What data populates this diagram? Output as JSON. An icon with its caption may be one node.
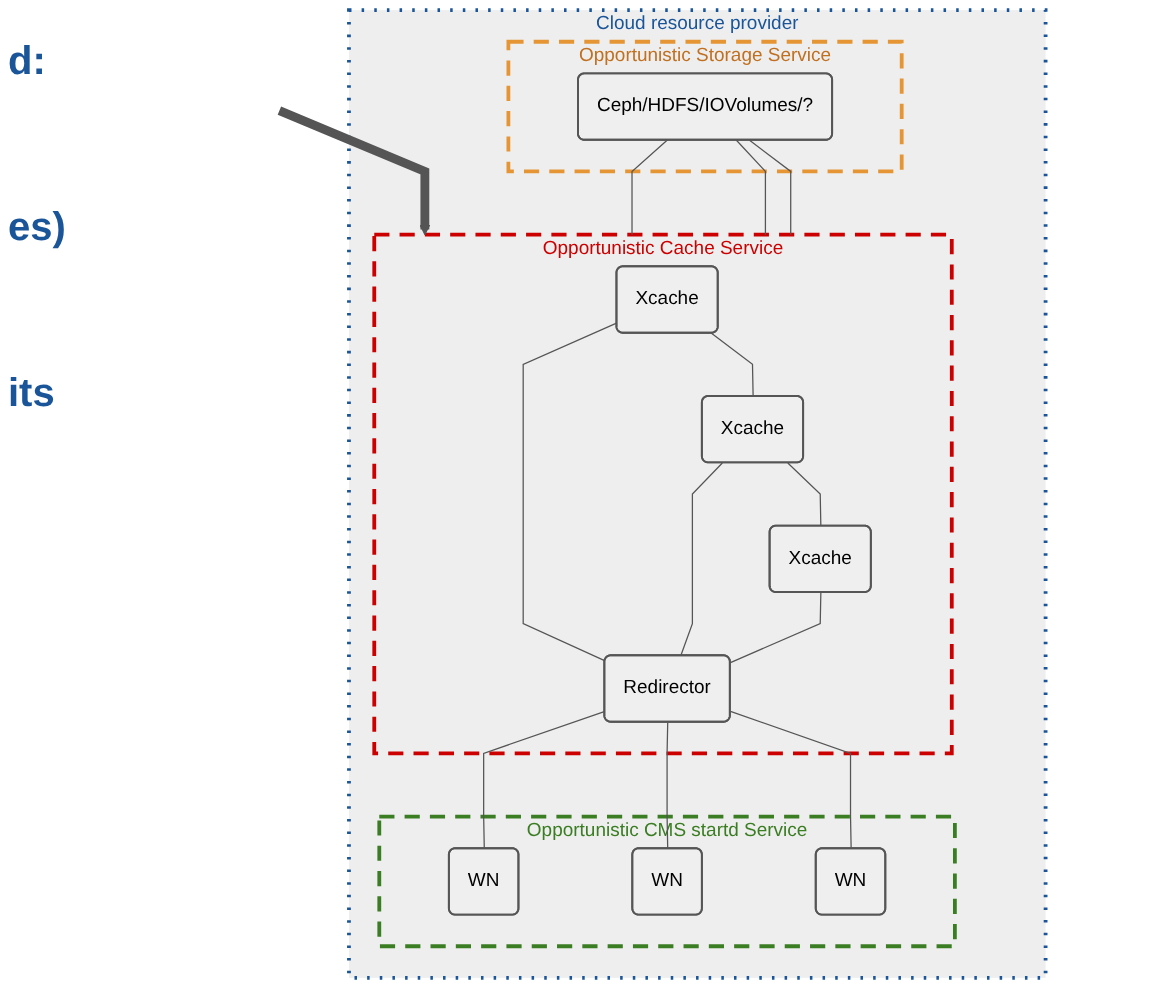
{
  "diagram": {
    "nodes": [
      {
        "text": [
          "Cloud resource provider"
        ]
      },
      {
        "text": [
          "Opportunistic Storage Service"
        ],
        "in": 0
      },
      {
        "text": [
          "Ceph/HDFS/IOVolumes/?"
        ],
        "in": 1
      },
      {
        "text": [
          "Opportunistic Cache Service"
        ],
        "in": 0
      },
      {
        "text": [
          "Xcache"
        ],
        "in": 3
      },
      {
        "text": [
          "Xcache"
        ],
        "in": 3
      },
      {
        "text": [
          "Xcache"
        ],
        "in": 3
      },
      {
        "text": [
          "Redirector"
        ],
        "in": 3
      },
      {
        "text": [
          "Opportunistic CMS startd Service"
        ],
        "in": 0
      },
      {
        "text": [
          "WN"
        ],
        "in": 8
      },
      {
        "text": [
          "WN"
        ],
        "in": 8
      },
      {
        "text": [
          "WN"
        ],
        "in": 8
      }
    ],
    "edges": [
      {
        "from": null,
        "to": 3,
        "arrow": "to",
        "style": "thick"
      },
      {
        "from": 2,
        "to": 3,
        "arrow": "none"
      },
      {
        "from": 2,
        "to": 3,
        "arrow": "none"
      },
      {
        "from": 2,
        "to": 3,
        "arrow": "none"
      },
      {
        "from": 4,
        "to": 5,
        "arrow": "none"
      },
      {
        "from": 5,
        "to": 6,
        "arrow": "none"
      },
      {
        "from": 4,
        "to": 7,
        "arrow": "none"
      },
      {
        "from": 5,
        "to": 7,
        "arrow": "none"
      },
      {
        "from": 6,
        "to": 7,
        "arrow": "none"
      },
      {
        "from": 7,
        "to": 9,
        "arrow": "none"
      },
      {
        "from": 7,
        "to": 10,
        "arrow": "none"
      },
      {
        "from": 7,
        "to": 11,
        "arrow": "none"
      }
    ],
    "labels": [
      "d:",
      "es)",
      "its"
    ]
  }
}
